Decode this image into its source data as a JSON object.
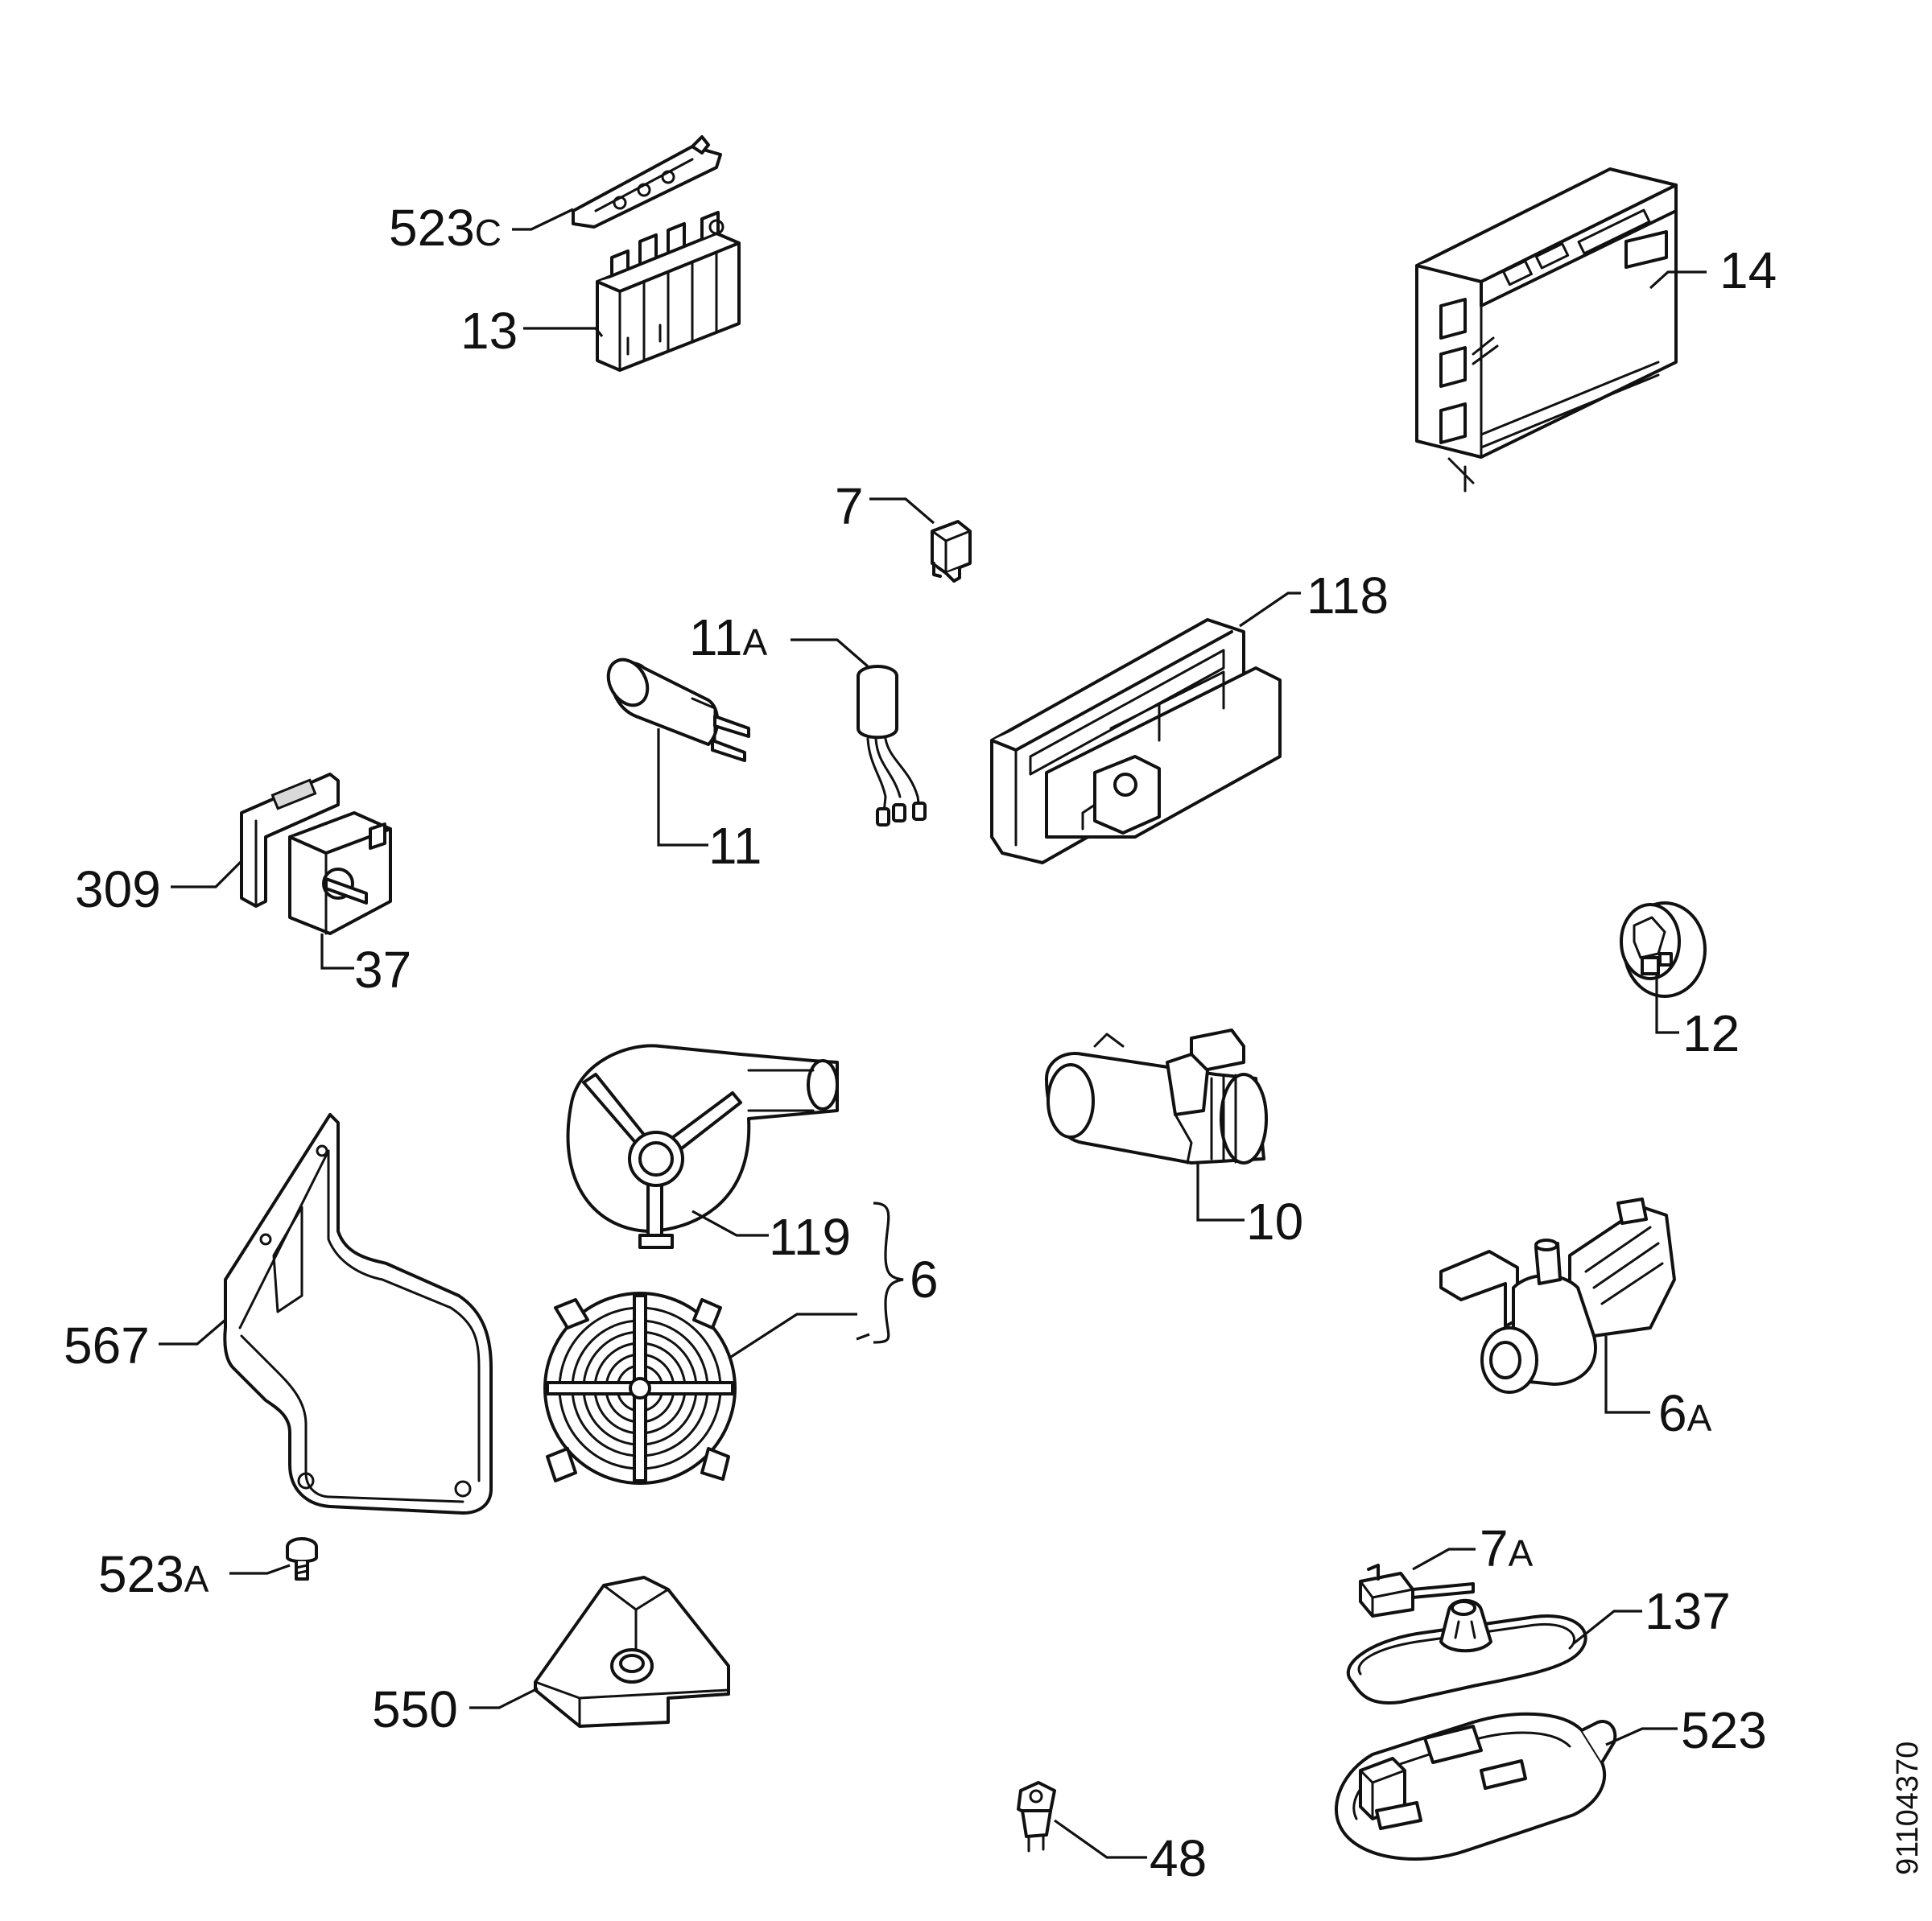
{
  "drawing_number": "91104370",
  "callouts": [
    {
      "id": "523C",
      "text": "523",
      "suffix": "C"
    },
    {
      "id": "13",
      "text": "13",
      "suffix": ""
    },
    {
      "id": "14",
      "text": "14",
      "suffix": ""
    },
    {
      "id": "7",
      "text": "7",
      "suffix": ""
    },
    {
      "id": "118",
      "text": "118",
      "suffix": ""
    },
    {
      "id": "11A",
      "text": "11",
      "suffix": "A"
    },
    {
      "id": "11",
      "text": "11",
      "suffix": ""
    },
    {
      "id": "309",
      "text": "309",
      "suffix": ""
    },
    {
      "id": "37",
      "text": "37",
      "suffix": ""
    },
    {
      "id": "12",
      "text": "12",
      "suffix": ""
    },
    {
      "id": "119",
      "text": "119",
      "suffix": ""
    },
    {
      "id": "6",
      "text": "6",
      "suffix": ""
    },
    {
      "id": "10",
      "text": "10",
      "suffix": ""
    },
    {
      "id": "567",
      "text": "567",
      "suffix": ""
    },
    {
      "id": "6A",
      "text": "6",
      "suffix": "A"
    },
    {
      "id": "523A",
      "text": "523",
      "suffix": "A"
    },
    {
      "id": "7A",
      "text": "7",
      "suffix": "A"
    },
    {
      "id": "137",
      "text": "137",
      "suffix": ""
    },
    {
      "id": "550",
      "text": "550",
      "suffix": ""
    },
    {
      "id": "523",
      "text": "523",
      "suffix": ""
    },
    {
      "id": "48",
      "text": "48",
      "suffix": ""
    }
  ]
}
